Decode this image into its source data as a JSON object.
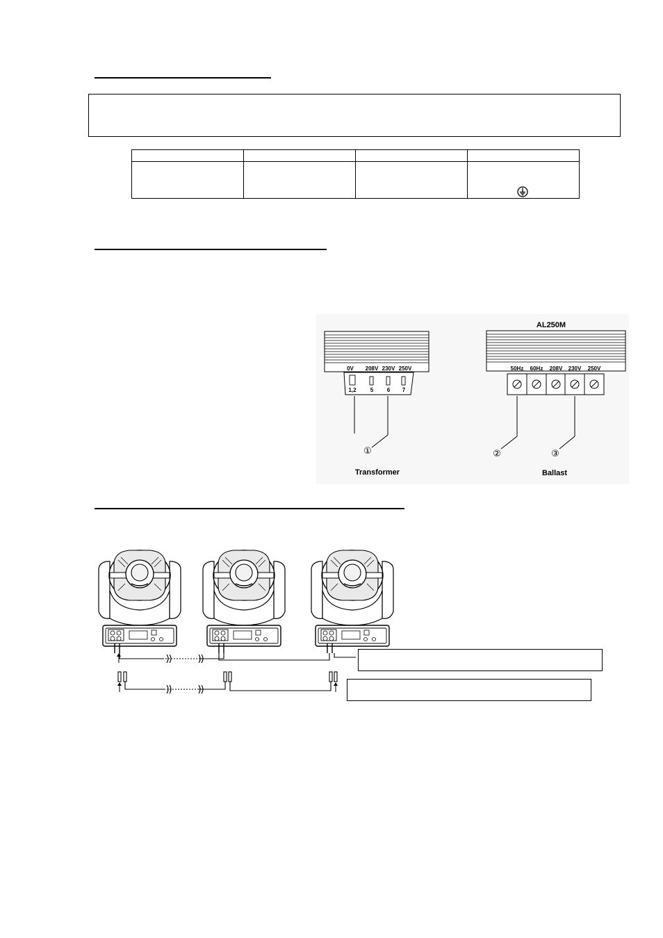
{
  "transformer": {
    "taps": [
      {
        "voltage": "0V",
        "terminal": "1,2"
      },
      {
        "voltage": "208V",
        "terminal": "5"
      },
      {
        "voltage": "230V",
        "terminal": "6"
      },
      {
        "voltage": "250V",
        "terminal": "7"
      }
    ],
    "callout": "①",
    "caption": "Transformer"
  },
  "ballast": {
    "model": "AL250M",
    "terminals": [
      "50Hz",
      "60Hz",
      "208V",
      "230V",
      "250V"
    ],
    "callouts": [
      "②",
      "③"
    ],
    "caption": "Ballast"
  },
  "icons": {
    "earth": "earth-ground-icon"
  },
  "colors": {
    "ink": "#000000",
    "paper": "#ffffff"
  }
}
